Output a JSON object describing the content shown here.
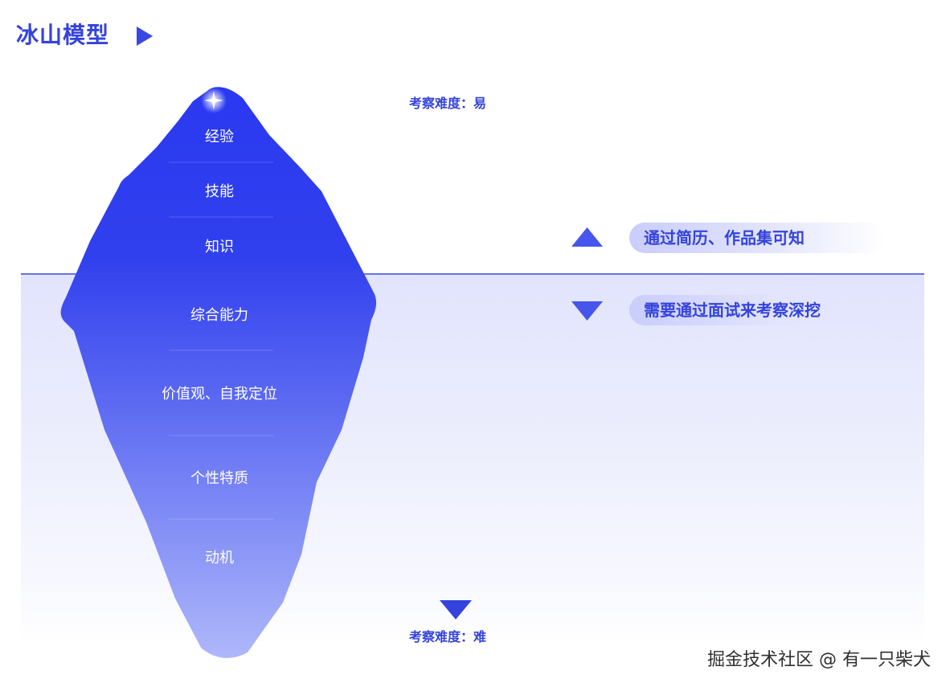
{
  "title": "冰山模型",
  "layers": [
    {
      "label": "经验",
      "zone": "above"
    },
    {
      "label": "技能",
      "zone": "above"
    },
    {
      "label": "知识",
      "zone": "above"
    },
    {
      "label": "综合能力",
      "zone": "below"
    },
    {
      "label": "价值观、自我定位",
      "zone": "below"
    },
    {
      "label": "个性特质",
      "zone": "below"
    },
    {
      "label": "动机",
      "zone": "below"
    }
  ],
  "difficulty": {
    "top": "考察难度：易",
    "bottom": "考察难度：难"
  },
  "annotations": {
    "above": "通过简历、作品集可知",
    "below": "需要通过面试来考察深挖"
  },
  "watermark": "掘金技术社区 @ 有一只柴犬",
  "colors": {
    "accent": "#3443dc",
    "iceberg_top": "#2d3cf0",
    "iceberg_bottom": "#a7b0f8",
    "water": "#e6e9fd"
  }
}
